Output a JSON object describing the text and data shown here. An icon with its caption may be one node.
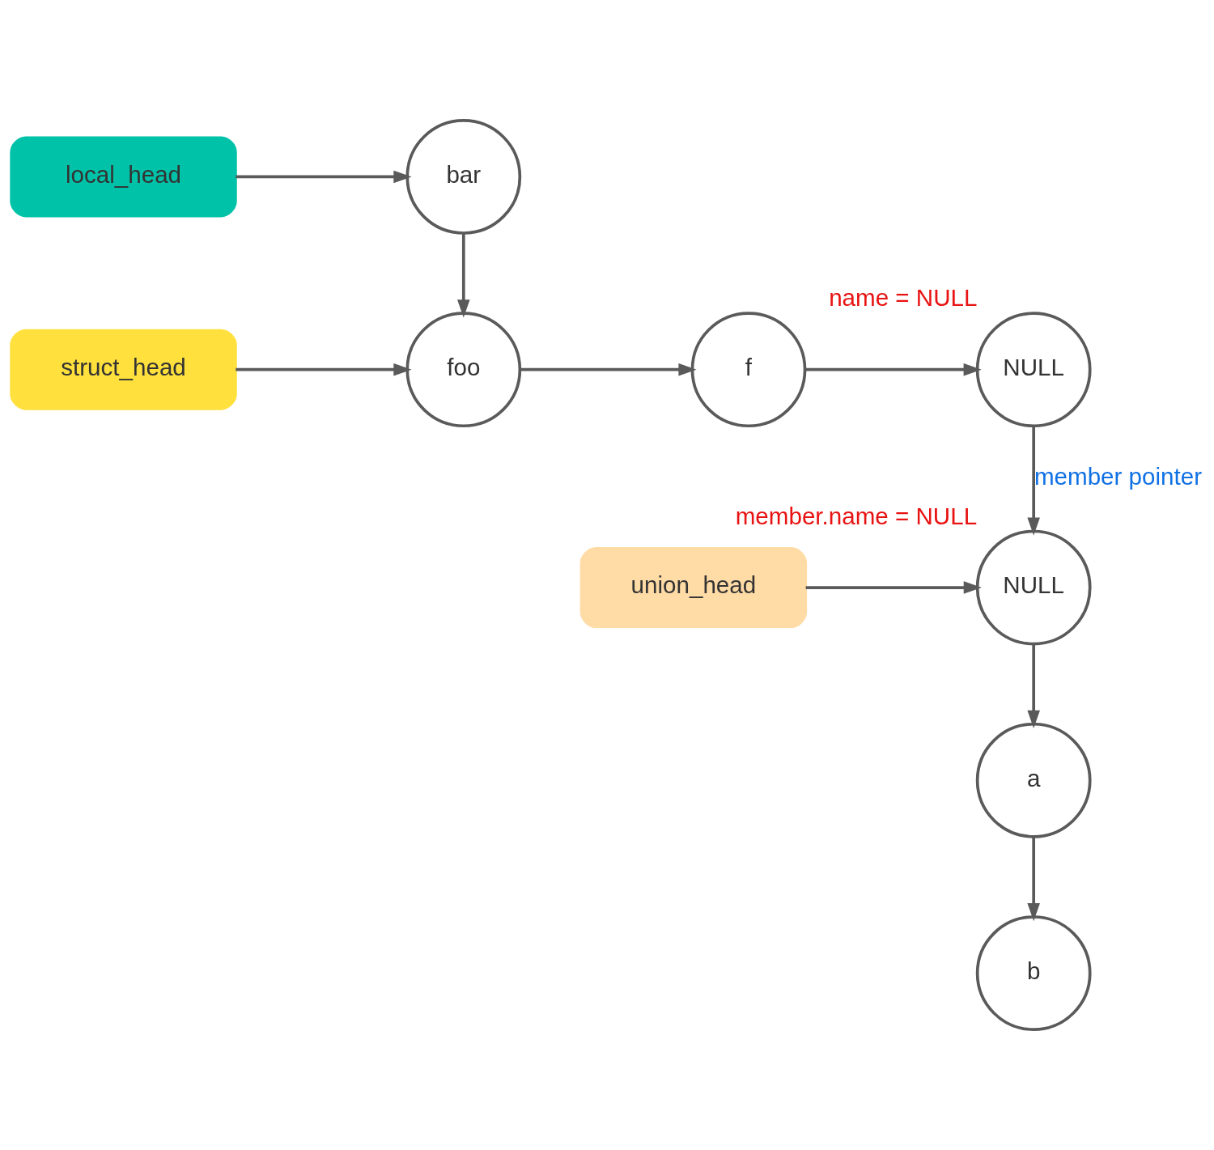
{
  "diagram": {
    "nodes": [
      {
        "text": [
          "local_head"
        ]
      },
      {
        "text": [
          "bar"
        ]
      },
      {
        "text": [
          "struct_head"
        ]
      },
      {
        "text": [
          "foo"
        ]
      },
      {
        "text": [
          "f"
        ]
      },
      {
        "text": [
          "NULL"
        ],
        "beside": [
          "name = NULL"
        ]
      },
      {
        "text": [
          "union_head"
        ]
      },
      {
        "text": [
          "NULL"
        ],
        "beside": [
          "member.name = NULL"
        ]
      },
      {
        "text": [
          "a"
        ]
      },
      {
        "text": [
          "b"
        ]
      }
    ],
    "edges": [
      {
        "from": 0,
        "to": 1,
        "arrow": "to"
      },
      {
        "from": 1,
        "to": 3,
        "arrow": "to"
      },
      {
        "from": 2,
        "to": 3,
        "arrow": "to"
      },
      {
        "from": 3,
        "to": 4,
        "arrow": "to"
      },
      {
        "from": 4,
        "to": 5,
        "arrow": "to"
      },
      {
        "from": 5,
        "to": 7,
        "arrow": "to",
        "label": "member pointer"
      },
      {
        "from": 6,
        "to": 7,
        "arrow": "to"
      },
      {
        "from": 7,
        "to": 8,
        "arrow": "to"
      },
      {
        "from": 8,
        "to": 9,
        "arrow": "to"
      }
    ]
  }
}
